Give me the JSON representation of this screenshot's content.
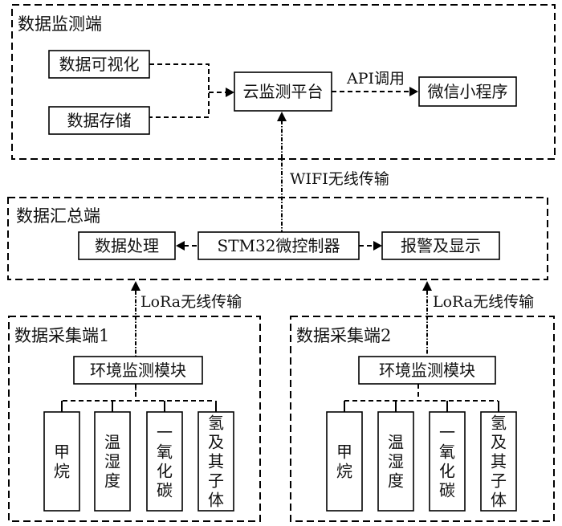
{
  "monitor": {
    "title": "数据监测端",
    "visualization": "数据可视化",
    "storage": "数据存储",
    "cloud": "云监测平台",
    "api_label": "API调用",
    "wechat": "微信小程序"
  },
  "wifi_label": "WIFI无线传输",
  "aggregator": {
    "title": "数据汇总端",
    "processing": "数据处理",
    "mcu": "STM32微控制器",
    "alarm": "报警及显示"
  },
  "lora_label_1": "LoRa无线传输",
  "lora_label_2": "LoRa无线传输",
  "collectors": [
    {
      "title": "数据采集端1",
      "module": "环境监测模块",
      "sensors": [
        {
          "chars": [
            "甲",
            "烷"
          ]
        },
        {
          "chars": [
            "温",
            "湿",
            "度"
          ]
        },
        {
          "chars": [
            "一",
            "氧",
            "化",
            "碳"
          ]
        },
        {
          "chars": [
            "氢",
            "及",
            "其",
            "子",
            "体"
          ]
        }
      ]
    },
    {
      "title": "数据采集端2",
      "module": "环境监测模块",
      "sensors": [
        {
          "chars": [
            "甲",
            "烷"
          ]
        },
        {
          "chars": [
            "温",
            "湿",
            "度"
          ]
        },
        {
          "chars": [
            "一",
            "氧",
            "化",
            "碳"
          ]
        },
        {
          "chars": [
            "氢",
            "及",
            "其",
            "子",
            "体"
          ]
        }
      ]
    }
  ]
}
